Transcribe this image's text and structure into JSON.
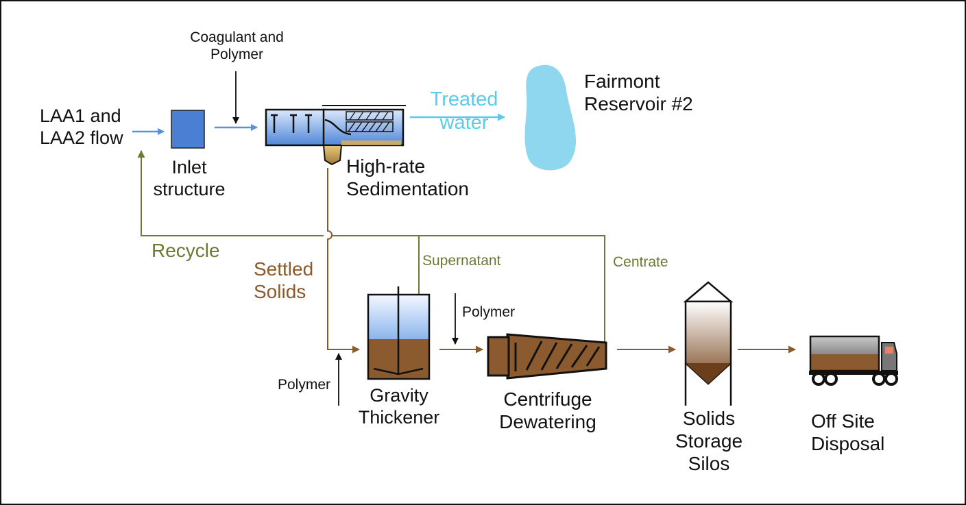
{
  "labels": {
    "coagulant": [
      "Coagulant and",
      "Polymer"
    ],
    "source": [
      "LAA1 and",
      "LAA2 flow"
    ],
    "inlet": [
      "Inlet",
      "structure"
    ],
    "treated": [
      "Treated",
      "water"
    ],
    "reservoir": [
      "Fairmont",
      "Reservoir #2"
    ],
    "sedimentation": [
      "High-rate",
      "Sedimentation"
    ],
    "recycle": "Recycle",
    "settled": [
      "Settled",
      "Solids"
    ],
    "supernatant": "Supernatant",
    "centrate": "Centrate",
    "polymer_centrifuge": "Polymer",
    "polymer_thickener": "Polymer",
    "thickener": [
      "Gravity",
      "Thickener"
    ],
    "centrifuge": [
      "Centrifuge",
      "Dewatering"
    ],
    "silos": [
      "Solids",
      "Storage",
      "Silos"
    ],
    "disposal": [
      "Off Site",
      "Disposal"
    ]
  },
  "colors": {
    "water_flow": "#5b8fd6",
    "treated_water": "#5ec9e8",
    "reservoir": "#8fd6ef",
    "recycle_line": "#6a7a34",
    "solids_line": "#8b5a2b",
    "sludge": "#8b5a2e",
    "text": "#111111"
  }
}
